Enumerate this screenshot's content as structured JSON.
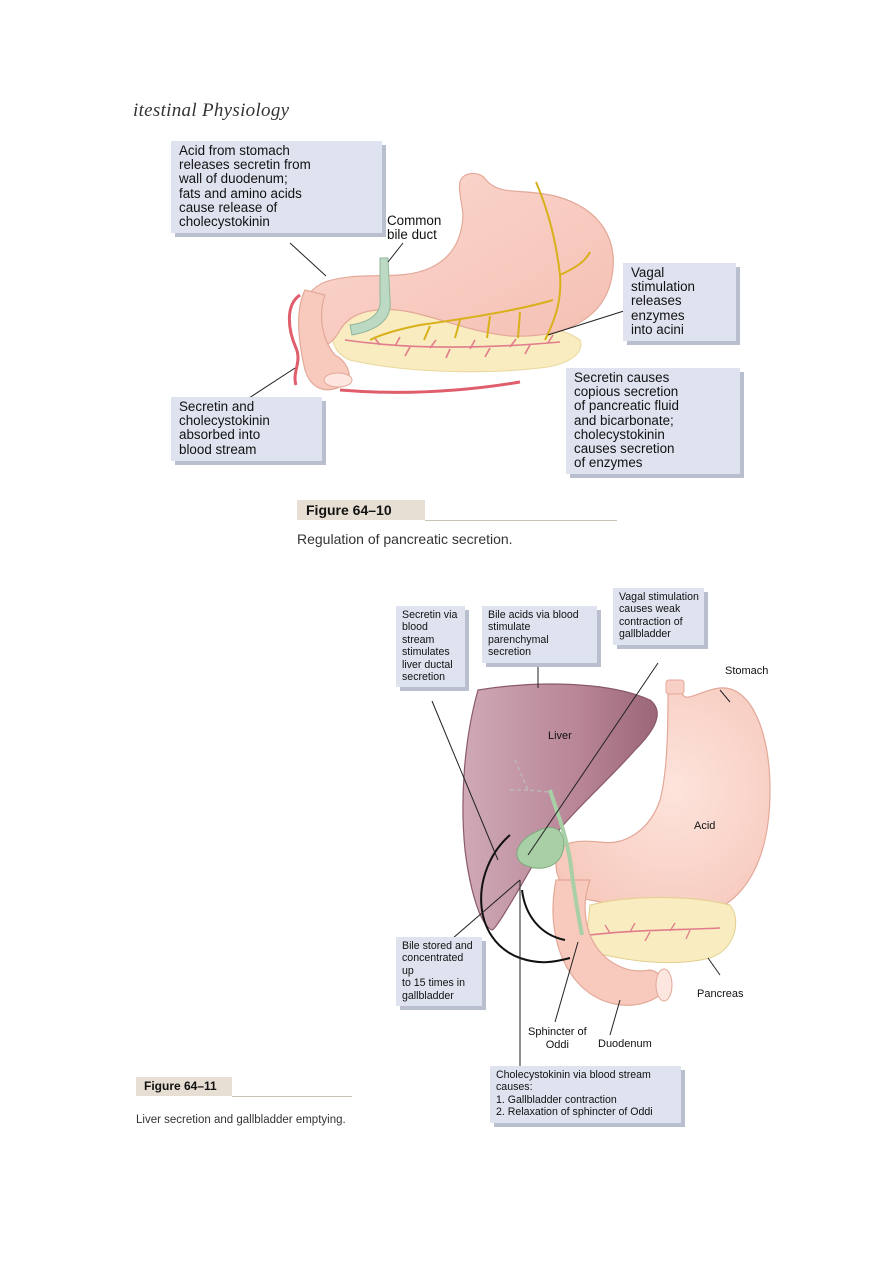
{
  "page": {
    "header": "itestinal Physiology"
  },
  "figure_64_10": {
    "label": "Figure 64–10",
    "caption": "Regulation of pancreatic secretion.",
    "callouts": {
      "acid": "Acid from stomach\nreleases secretin from\nwall of duodenum;\nfats and amino acids\ncause release of\ncholecystokinin",
      "common_bile_duct": "Common\nbile duct",
      "vagal": "Vagal\nstimulation\nreleases\nenzymes\ninto acini",
      "secretin_absorbed": "Secretin and\ncholecystokinin\nabsorbed into\nblood stream",
      "secretin_causes": "Secretin causes\ncopious secretion\nof pancreatic fluid\nand bicarbonate;\ncholecystokinin\ncauses secretion\nof enzymes"
    }
  },
  "figure_64_11": {
    "label": "Figure 64–11",
    "caption": "Liver secretion and gallbladder emptying.",
    "callouts": {
      "secretin_liver": "Secretin via\nblood stream\nstimulates\nliver ductal\nsecretion",
      "bile_acids": "Bile acids via blood\nstimulate parenchymal\nsecretion",
      "vagal_gallbladder": "Vagal stimulation\ncauses weak\ncontraction of\ngallbladder",
      "bile_stored": "Bile stored and\nconcentrated up\nto 15 times in\ngallbladder",
      "cck": "Cholecystokinin via blood stream causes:\n   1. Gallbladder contraction\n   2. Relaxation of sphincter of Oddi"
    },
    "labels": {
      "stomach": "Stomach",
      "liver": "Liver",
      "acid": "Acid",
      "pancreas": "Pancreas",
      "sphincter": "Sphincter of\nOddi",
      "duodenum": "Duodenum"
    }
  }
}
